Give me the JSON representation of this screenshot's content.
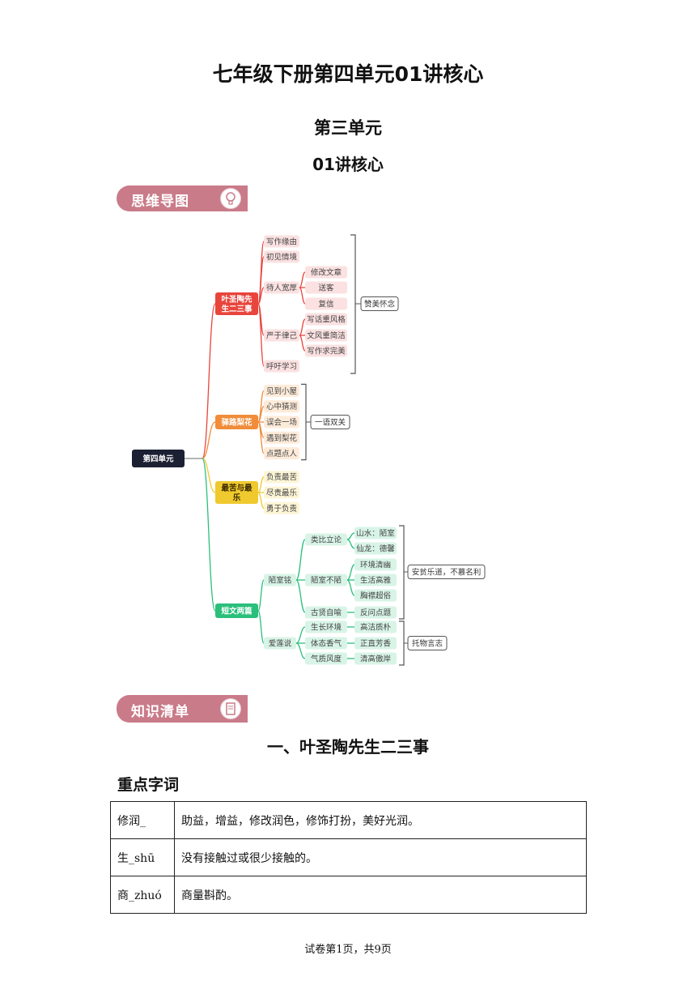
{
  "doc_title": "七年级下册第四单元01讲核心",
  "unit_title": "第三单元",
  "lesson_title": "01讲核心",
  "banner_mindmap": "思维导图",
  "banner_knowledge": "知识清单",
  "mindmap": {
    "root": "第四单元",
    "branches": [
      {
        "label": "叶圣陶先生二三事",
        "color": "#e8453c",
        "items": [
          {
            "label": "写作缘由"
          },
          {
            "label": "初见情境"
          },
          {
            "label": "待人宽厚",
            "children": [
              "修改文章",
              "送客",
              "复信"
            ]
          },
          {
            "label": "严于律己",
            "children": [
              "写话重风格",
              "文风重简洁",
              "写作求完美"
            ]
          },
          {
            "label": "呼吁学习"
          }
        ],
        "summary": "赞美怀念"
      },
      {
        "label": "驿路梨花",
        "color": "#f08c3a",
        "items": [
          {
            "label": "见到小屋"
          },
          {
            "label": "心中猜测"
          },
          {
            "label": "误会一场"
          },
          {
            "label": "遇到梨花"
          },
          {
            "label": "点题点人"
          }
        ],
        "summary": "一语双关"
      },
      {
        "label": "最苦与最乐",
        "color": "#efc92e",
        "items": [
          {
            "label": "负责最苦"
          },
          {
            "label": "尽责最乐"
          },
          {
            "label": "勇于负责"
          }
        ]
      },
      {
        "label": "短文两篇",
        "color": "#2bbf7c",
        "sub": [
          {
            "label": "陋室铭",
            "items": [
              {
                "label": "类比立论",
                "children": [
                  "山水：陋室",
                  "仙龙：德馨"
                ]
              },
              {
                "label": "陋室不陋",
                "children": [
                  "环境清幽",
                  "生活高雅",
                  "胸襟超俗"
                ]
              },
              {
                "label": "古贤自喻",
                "children": [
                  "反问点题"
                ]
              }
            ],
            "summary": "安贫乐道，不慕名利"
          },
          {
            "label": "爱莲说",
            "items": [
              {
                "label": "生长环境",
                "children": [
                  "高洁质朴"
                ]
              },
              {
                "label": "体态香气",
                "children": [
                  "正直芳香"
                ]
              },
              {
                "label": "气质风度",
                "children": [
                  "清高傲岸"
                ]
              }
            ],
            "summary": "托物言志"
          }
        ]
      }
    ]
  },
  "section_title": "一、叶圣陶先生二三事",
  "sub_heading": "重点字词",
  "vocab_rows": [
    {
      "word": "修润_",
      "meaning": "助益，增益，修改润色，修饰打扮，美好光润。"
    },
    {
      "word": "生_shū",
      "meaning": "没有接触过或很少接触的。"
    },
    {
      "word": "商_zhuó",
      "meaning": "商量斟酌。"
    }
  ],
  "footer": "试卷第1页，共9页"
}
